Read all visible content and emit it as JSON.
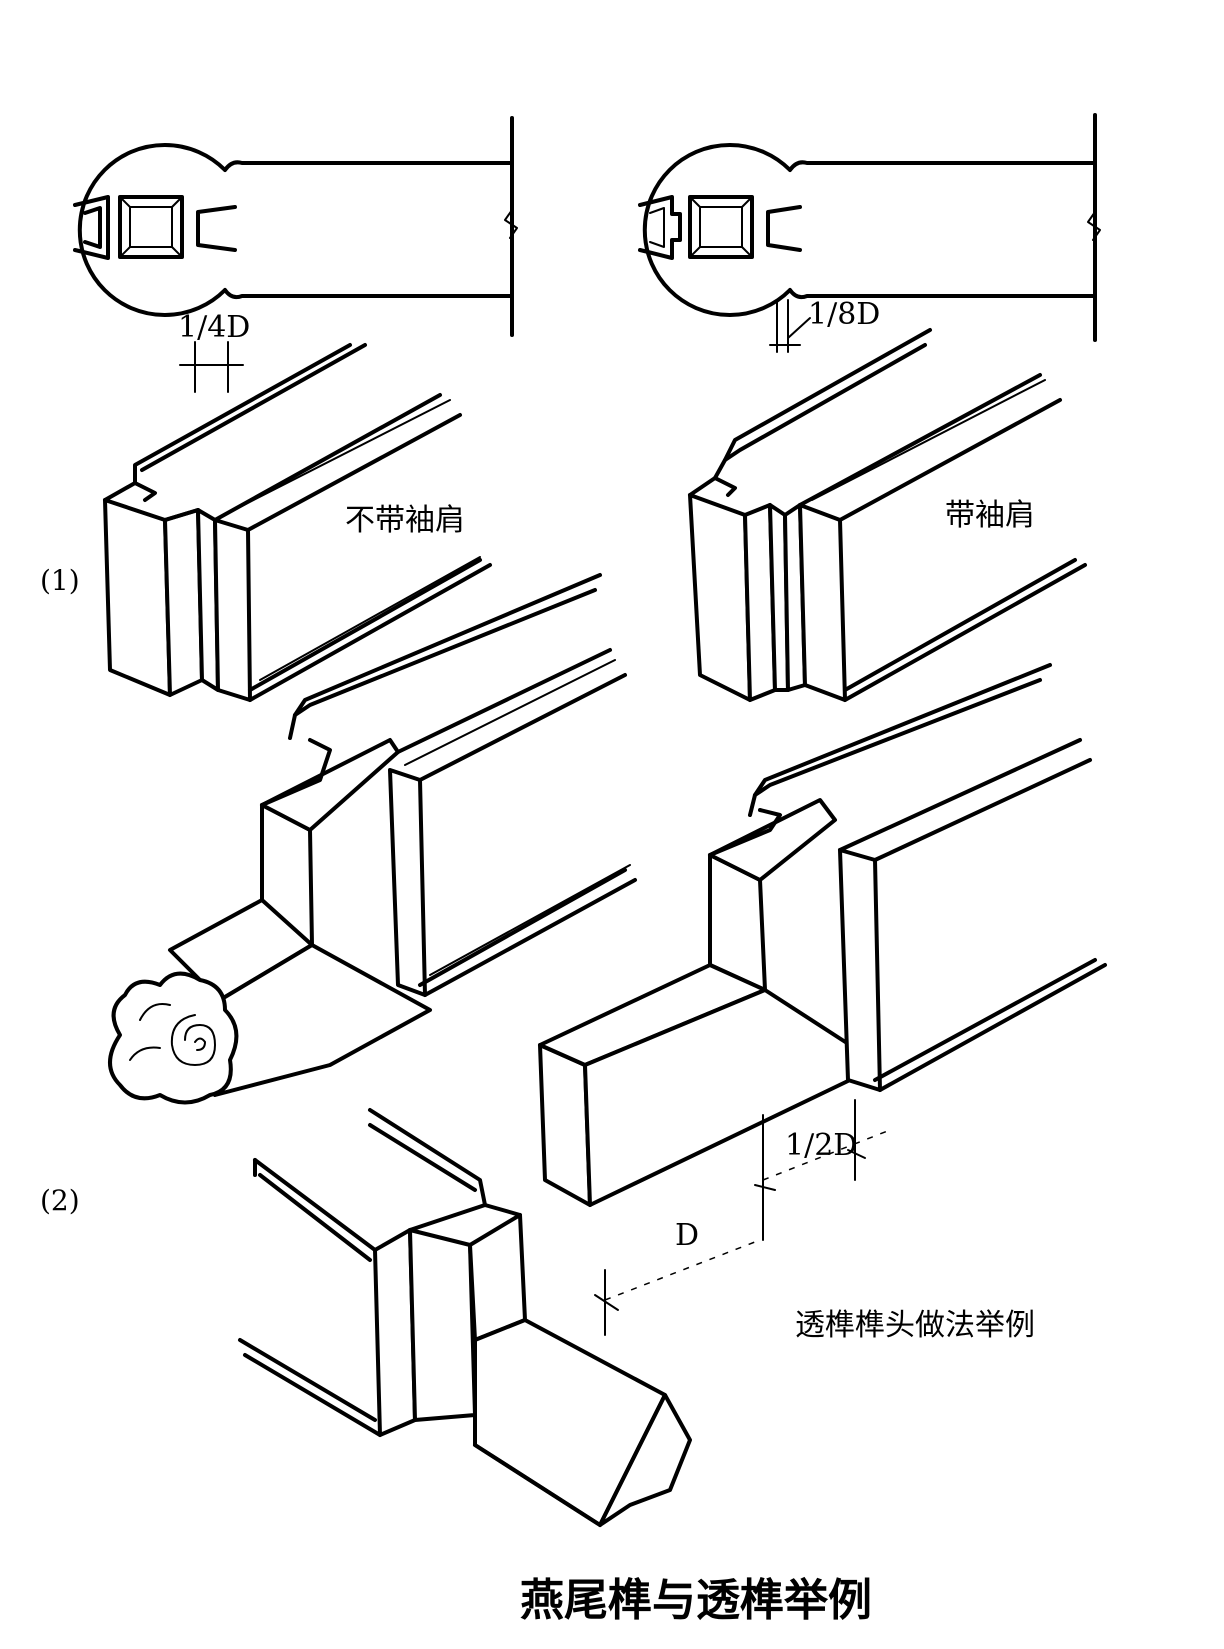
{
  "labels": {
    "dim_quarter": "1/4D",
    "dim_eighth": "1/8D",
    "dim_half": "1/2D",
    "dim_d": "D",
    "case_1": "(1)",
    "case_2": "(2)",
    "no_shoulder": "不带袖肩",
    "with_shoulder": "带袖肩",
    "through_tenon_note": "透榫榫头做法举例",
    "figure_title": "燕尾榫与透榫举例"
  }
}
